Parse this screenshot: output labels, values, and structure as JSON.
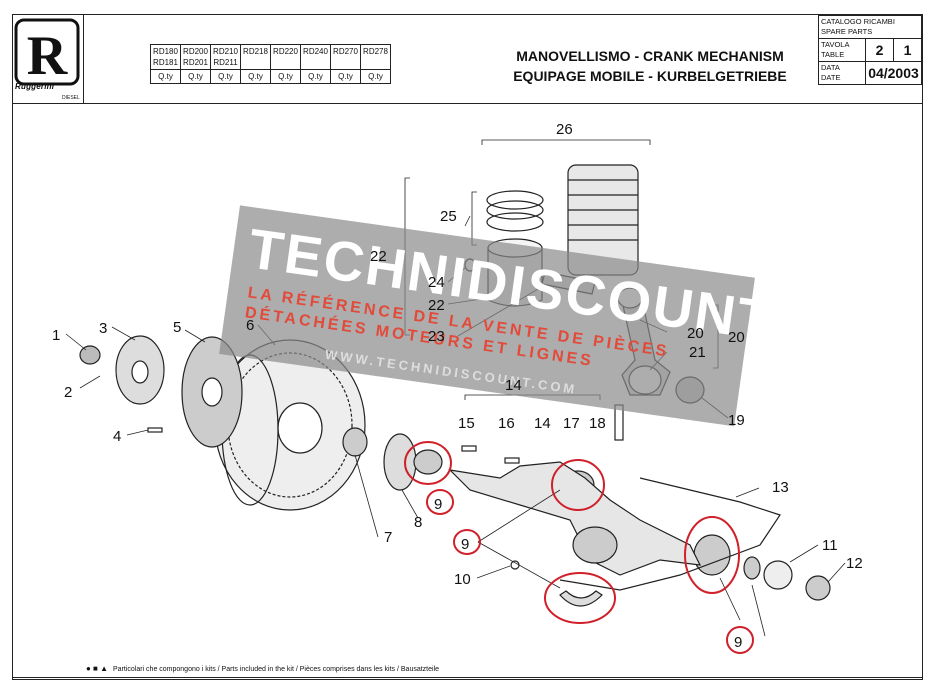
{
  "brand": {
    "name": "Ruggerini",
    "sub": "DIESEL",
    "letter": "R"
  },
  "models": {
    "row1": [
      "RD180",
      "RD200",
      "RD210",
      "RD218",
      "RD220",
      "RD240",
      "RD270",
      "RD278"
    ],
    "row2": [
      "RD181",
      "RD201",
      "RD211",
      "",
      "",
      "",
      "",
      ""
    ],
    "qty_label": "Q.ty"
  },
  "title": {
    "line1": "MANOVELLISMO - CRANK MECHANISM",
    "line2": "EQUIPAGE MOBILE - KURBELGETRIEBE"
  },
  "meta": {
    "catalog_line1": "CATALOGO RICAMBI",
    "catalog_line2": "SPARE PARTS",
    "tavola": "TAVOLA",
    "table": "TABLE",
    "table_no": "2",
    "table_sub": "1",
    "data": "DATA",
    "date_label": "DATE",
    "date": "04/2003"
  },
  "watermark": {
    "line1": "TECHNIDISCOUNT",
    "line2": "LA RÉFÉRENCE DE LA VENTE DE PIÈCES",
    "line3": "DÉTACHÉES MOTEURS ET LIGNES",
    "line4": "WWW.TECHNIDISCOUNT.COM"
  },
  "callouts": [
    "1",
    "2",
    "3",
    "4",
    "5",
    "6",
    "7",
    "8",
    "9",
    "10",
    "11",
    "12",
    "13",
    "14",
    "15",
    "16",
    "17",
    "18",
    "19",
    "20",
    "21",
    "22",
    "23",
    "24",
    "25",
    "26"
  ],
  "footer": {
    "symbols": "● ■ ▲",
    "text": "Particolari che compongono i kits / Parts included in the kit / Pièces comprises dans les kits / Bausatzteile"
  },
  "colors": {
    "highlight": "#d0202a",
    "watermark": "#8a8a8a"
  }
}
